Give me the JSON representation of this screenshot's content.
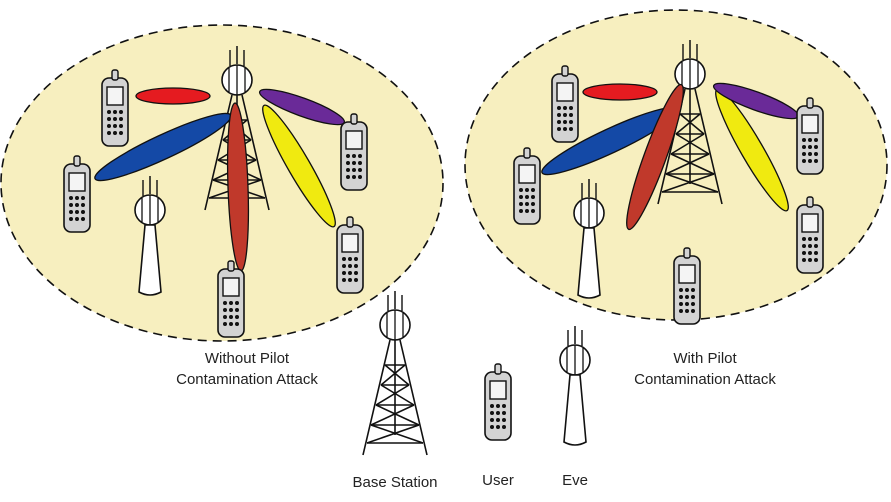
{
  "left_scene": {
    "caption_line1": "Without Pilot",
    "caption_line2": "Contamination Attack"
  },
  "right_scene": {
    "caption_line1": "With Pilot",
    "caption_line2": "Contamination Attack"
  },
  "legend": {
    "base_station": "Base Station",
    "user": "User",
    "eve": "Eve"
  },
  "colors": {
    "cell_fill": "#f7efbf",
    "beam_red": "#e51b20",
    "beam_blue": "#1449a6",
    "beam_brown": "#c0392b",
    "beam_yellow": "#f0ea10",
    "beam_purple": "#6a2a98",
    "device_fill": "#d3d3d3"
  }
}
